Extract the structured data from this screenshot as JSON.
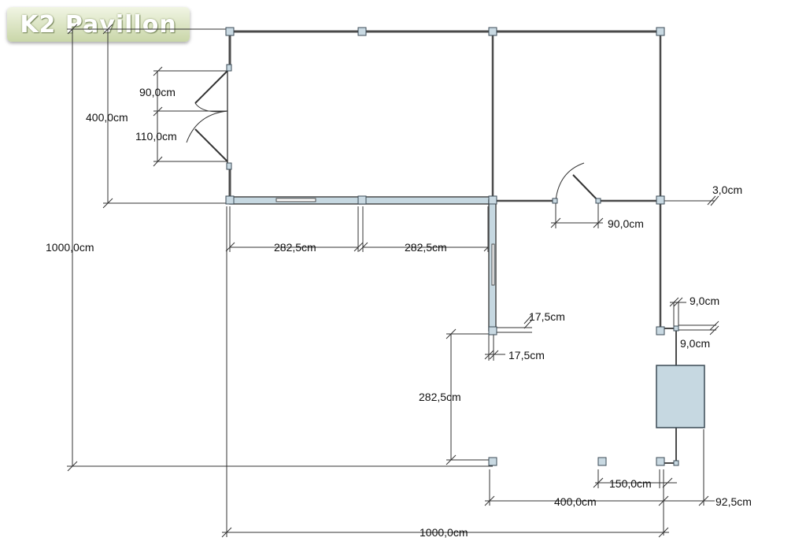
{
  "brand": {
    "logo_text": "K2 Pavillon"
  },
  "colors": {
    "wall": "#b7ccd6",
    "line": "#4a4a4a",
    "post_fill": "#c9d9e2",
    "post_stroke": "#3b4a55",
    "logo_bg": "#d9e3c2"
  },
  "dimensions": {
    "door_90": "90,0cm",
    "door_110": "110,0cm",
    "depth_400_left": "400,0cm",
    "total_1000_left": "1000,0cm",
    "span_282_a": "282,5cm",
    "span_282_b": "282,5cm",
    "wall_3": "3,0cm",
    "door_90_right": "90,0cm",
    "post_9_top": "9,0cm",
    "post_9_bottom": "9,0cm",
    "post_17_top": "17,5cm",
    "post_17_bottom": "17,5cm",
    "span_282_vertical": "282,5cm",
    "span_150": "150,0cm",
    "span_400_bottom": "400,0cm",
    "span_92": "92,5cm",
    "total_1000_bottom": "1000,0cm"
  }
}
